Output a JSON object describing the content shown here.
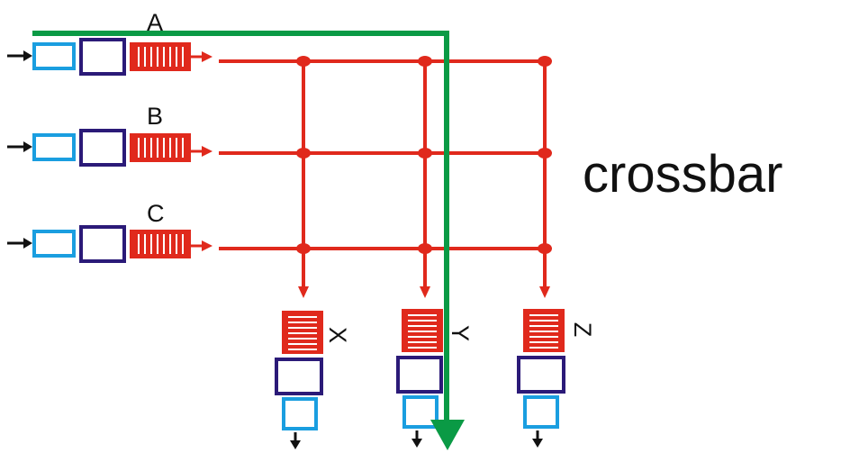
{
  "diagram": {
    "title": "crossbar",
    "inputs": [
      "A",
      "B",
      "C"
    ],
    "outputs": [
      "X",
      "Y",
      "Z"
    ]
  },
  "colors": {
    "crossbar": "#e0291c",
    "path_highlight": "#0a9a45",
    "input_register": "#1a9ee0",
    "processing_block": "#2b1a78",
    "arrow": "#111111"
  }
}
